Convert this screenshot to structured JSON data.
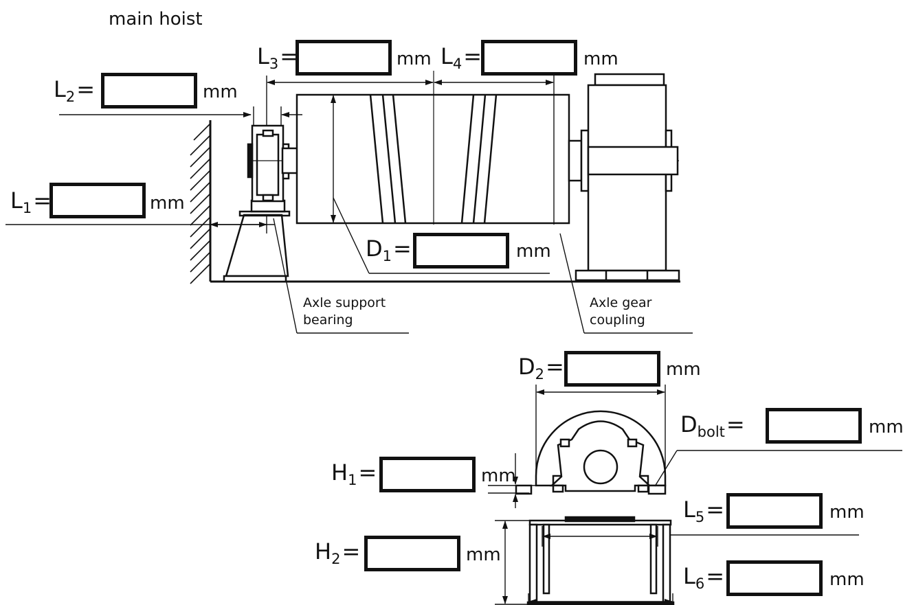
{
  "title": "main hoist",
  "dimensions": [
    {
      "id": "L1",
      "symbol": "L",
      "subscript": "1",
      "value": "",
      "unit": "mm"
    },
    {
      "id": "L2",
      "symbol": "L",
      "subscript": "2",
      "value": "",
      "unit": "mm"
    },
    {
      "id": "L3",
      "symbol": "L",
      "subscript": "3",
      "value": "",
      "unit": "mm"
    },
    {
      "id": "L4",
      "symbol": "L",
      "subscript": "4",
      "value": "",
      "unit": "mm"
    },
    {
      "id": "D1",
      "symbol": "D",
      "subscript": "1",
      "value": "",
      "unit": "mm"
    },
    {
      "id": "D2",
      "symbol": "D",
      "subscript": "2",
      "value": "",
      "unit": "mm"
    },
    {
      "id": "Dbolt",
      "symbol": "D",
      "subscript": "bolt",
      "value": "",
      "unit": "mm"
    },
    {
      "id": "H1",
      "symbol": "H",
      "subscript": "1",
      "value": "",
      "unit": "mm"
    },
    {
      "id": "H2",
      "symbol": "H",
      "subscript": "2",
      "value": "",
      "unit": "mm"
    },
    {
      "id": "L5",
      "symbol": "L",
      "subscript": "5",
      "value": "",
      "unit": "mm"
    },
    {
      "id": "L6",
      "symbol": "L",
      "subscript": "6",
      "value": "",
      "unit": "mm"
    }
  ],
  "notes": {
    "axle_support_bearing": [
      "Axle support",
      "bearing"
    ],
    "axle_gear_coupling": [
      "Axle gear",
      "coupling"
    ]
  }
}
